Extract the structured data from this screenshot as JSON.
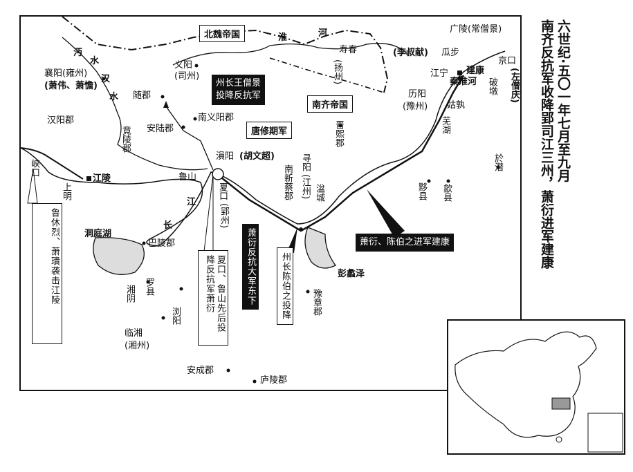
{
  "title": {
    "line1": "六世纪·五〇一年七月至九月",
    "line2": "南齐反抗军收降郢司江三州，萧衍进军建康"
  },
  "empires": {
    "north": "北魏帝国",
    "south": "南齐帝国"
  },
  "rivers": {
    "huai": [
      "淮",
      "河"
    ],
    "mian": [
      "沔",
      "水"
    ],
    "han": [
      "汉",
      "水"
    ],
    "chang": [
      "长",
      "江"
    ]
  },
  "places": {
    "xiangyang": "襄阳(雍州)",
    "xiangyang_people": "(萧伟、萧憺)",
    "hanyang": "汉阳郡",
    "jingling": "竟陵郡",
    "yiyang": "义阳",
    "yiyang_zhou": "(司州)",
    "suijun": "随郡",
    "anlu": "安陆郡",
    "nanyiyang": "南义阳郡",
    "shouchun": "寿春",
    "shouchun_zhou": "(扬州)",
    "guangling": "广陵(常僧景)",
    "guabu": "瓜步",
    "li_shuxian": "(李叔献)",
    "jiankang": "建康",
    "jingkou": "京口",
    "jingkou_person": "(左僧庆)",
    "pogang": "破墩",
    "qinhuai": "秦淮河",
    "jiangning": "江宁",
    "liyang": "历阳",
    "liyang_zhou": "(豫州)",
    "gushu": "姑孰",
    "wuhu": "芜湖",
    "jinxi": "晋熙郡",
    "yuqian": "於潜",
    "yixian": "黟县",
    "shexian": "歙县",
    "xiakou_city": "峡口",
    "shangming": "上明",
    "jiangling": "江陵",
    "lushan": "鲁山",
    "yunyang": "溳阳",
    "yunyang_person": "(胡文超)",
    "xiakou": "夏口",
    "xiakou_zhou": "(郢州)",
    "nanxincai": "南新蔡郡",
    "xunyang": "寻阳",
    "xunyang_zhou": "(江州)",
    "pencheng": "湓城",
    "pengli": "彭蠡泽",
    "dongting": "洞庭湖",
    "baling": "巴陵郡",
    "xiangyin": "湘阴",
    "luoxian": "罗县",
    "liuyang": "浏阳",
    "linxiang": "临湘",
    "linxiang_zhou": "(湘州)",
    "yuzhang": "豫章郡",
    "ancheng": "安成郡",
    "luling": "庐陵郡"
  },
  "callouts": {
    "wang_sengjing": [
      "州长王僧景",
      "投降反抗军"
    ],
    "tang_xiuqi": "唐修期军",
    "xiao_yan_army": "萧衍反抗大军东下",
    "xiao_yan_chen": "萧衍、陈伯之进军建康",
    "chen_bozhi": "州长陈伯之投降",
    "xiakou_surrender": "夏口、鲁山先后投降反抗军萧衍",
    "lu_xiulie": "鲁休烈、萧璝袭击江陵"
  },
  "inset": {
    "name": "China locator inset"
  }
}
